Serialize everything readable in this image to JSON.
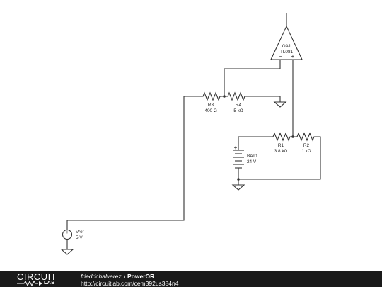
{
  "schematic": {
    "opamp": {
      "name": "OA1",
      "part": "TL081",
      "minus_sign": "−",
      "plus_sign": "+"
    },
    "resistors": [
      {
        "name": "R3",
        "value": "400 Ω"
      },
      {
        "name": "R4",
        "value": "5 kΩ"
      },
      {
        "name": "R1",
        "value": "3.8 kΩ"
      },
      {
        "name": "R2",
        "value": "1 kΩ"
      }
    ],
    "battery": {
      "name": "BAT1",
      "value": "24 V",
      "plus_sign": "+"
    },
    "source": {
      "name": "Vref",
      "value": "5 V",
      "plus_sign": "+",
      "minus_sign": "−"
    }
  },
  "footer": {
    "logo_top": "CIRCUIT",
    "logo_bottom": "LAB",
    "author": "friedrichalvarez",
    "separator": "/",
    "title": "PowerOR",
    "url": "http://circuitlab.com/cem392us384n4"
  },
  "colors": {
    "wire": "#333333",
    "footer_bg": "#1a1a1a",
    "footer_text": "#ffffff"
  }
}
